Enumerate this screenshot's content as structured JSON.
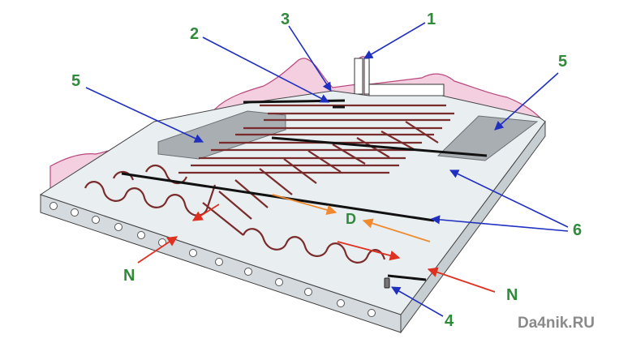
{
  "colors": {
    "wall": "#f3cfe0",
    "wall_edge": "#b9477e",
    "slab": "#e9eef0",
    "slab_side": "#d4dade",
    "cable": "#7a2b2b",
    "mat": "#a9aeb2",
    "callout_text": "#2e8b3a",
    "leader": "#1f2fbf",
    "arrow_red": "#e03020",
    "arrow_orange": "#f08a30",
    "watermark": "#8a8a8a"
  },
  "callouts": {
    "c1": "1",
    "c2": "2",
    "c3": "3",
    "c4": "4",
    "c5a": "5",
    "c5b": "5",
    "c6": "6",
    "n_left": "N",
    "n_right": "N",
    "d": "D"
  },
  "watermark": "Da4nik.RU"
}
